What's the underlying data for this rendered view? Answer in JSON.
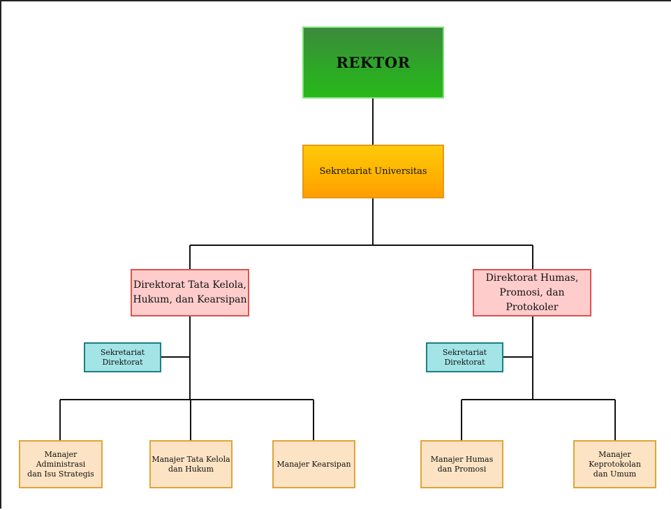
{
  "chart": {
    "rektor": "REKTOR",
    "sekretariat_universitas": "Sekretariat Universitas",
    "direktorat_left": "Direktorat Tata Kelola,\nHukum, dan Kearsipan",
    "direktorat_right": "Direktorat Humas,\nPromosi, dan Protokoler",
    "sekretariat_direktorat_left": "Sekretariat\nDirektorat",
    "sekretariat_direktorat_right": "Sekretariat\nDirektorat",
    "managers_left": [
      "Manajer Administrasi\ndan Isu Strategis",
      "Manajer Tata Kelola\ndan Hukum",
      "Manajer Kearsipan"
    ],
    "managers_right": [
      "Manajer Humas\ndan Promosi",
      "Manajer\nKeprotokolan\ndan Umum"
    ]
  },
  "colors": {
    "rektor": "#2ea628",
    "sekretariat_universitas": "#ffb400",
    "direktorat": "#ffcccc",
    "sekretariat_direktorat": "#a3e4e6",
    "manajer": "#fce3c4",
    "connector": "#111111"
  }
}
